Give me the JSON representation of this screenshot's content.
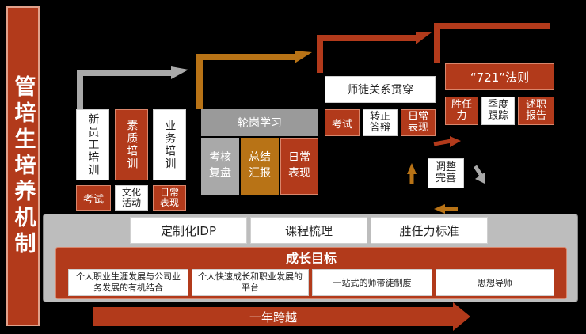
{
  "title": "管培生培养机制",
  "stage1": {
    "items": [
      {
        "label": "新员工培训"
      },
      {
        "label": "素质培训"
      },
      {
        "label": "业务培训"
      }
    ],
    "bottom": [
      {
        "label": "考试"
      },
      {
        "label": "文化活动"
      },
      {
        "label": "日常表现"
      }
    ]
  },
  "stage2": {
    "title": "轮岗学习",
    "items": [
      {
        "label": "考核复盘"
      },
      {
        "label": "总结汇报"
      },
      {
        "label": "日常表现"
      }
    ]
  },
  "stage3": {
    "title": "师徒关系贯穿",
    "items": [
      {
        "label": "考试"
      },
      {
        "label": "转正答辩"
      },
      {
        "label": "日常表现"
      }
    ]
  },
  "stage4": {
    "title": "“721”法则",
    "items": [
      {
        "label": "胜任力"
      },
      {
        "label": "季度跟踪"
      },
      {
        "label": "述职报告"
      }
    ]
  },
  "cycle_label": "调整完善",
  "base": {
    "top": [
      {
        "label": "定制化IDP"
      },
      {
        "label": "课程梳理"
      },
      {
        "label": "胜任力标准"
      }
    ],
    "goal_title": "成长目标",
    "goals": [
      {
        "label": "个人职业生涯发展与公司业务发展的有机结合"
      },
      {
        "label": "个人快速成长和职业发展的平台"
      },
      {
        "label": "一站式的师带徒制度"
      },
      {
        "label": "思想导师"
      }
    ]
  },
  "timeline_label": "一年跨越",
  "colors": {
    "accent": "#b23a1b",
    "gold": "#b87316",
    "gray": "#a9a9a9",
    "panel": "#bdbdbd"
  }
}
